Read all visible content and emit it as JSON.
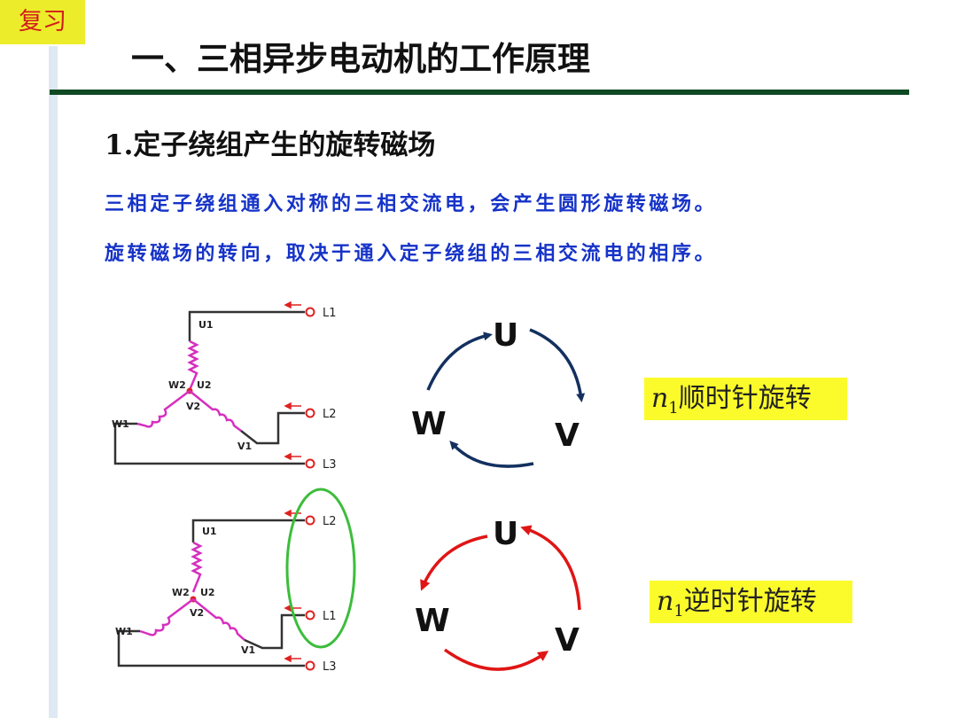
{
  "badge": "复习",
  "title": "一、三相异步电动机的工作原理",
  "subtitle": "1.定子绕组产生的旋转磁场",
  "description": [
    "三相定子绕组通入对称的三相交流电，会产生圆形旋转磁场。",
    "旋转磁场的转向，取决于通入定子绕组的三相交流电的相序。"
  ],
  "colors": {
    "accent_blue": "#1633c8",
    "coil": "#d62fbf",
    "terminal": "#e02020",
    "arrow_cw": "#13305f",
    "arrow_ccw": "#e01515",
    "highlight_ellipse": "#3cbd3c",
    "caption_bg": "#fbfb2c"
  },
  "circuit_top": {
    "winding_labels": {
      "u1": "U1",
      "w2": "W2",
      "u2": "U2",
      "v2": "V2",
      "w1": "W1",
      "v1": "V1"
    },
    "terminals": [
      "L1",
      "L2",
      "L3"
    ]
  },
  "circuit_bottom": {
    "winding_labels": {
      "u1": "U1",
      "w2": "W2",
      "u2": "U2",
      "v2": "V2",
      "w1": "W1",
      "v1": "V1"
    },
    "terminals": [
      "L2",
      "L1",
      "L3"
    ]
  },
  "rotation_cw": {
    "phases": {
      "top": "U",
      "right": "V",
      "left": "W"
    },
    "caption": {
      "var": "n",
      "sub": "1",
      "text": "顺时针旋转"
    }
  },
  "rotation_ccw": {
    "phases": {
      "top": "U",
      "right": "V",
      "left": "W"
    },
    "caption": {
      "var": "n",
      "sub": "1",
      "text": "逆时针旋转"
    }
  }
}
